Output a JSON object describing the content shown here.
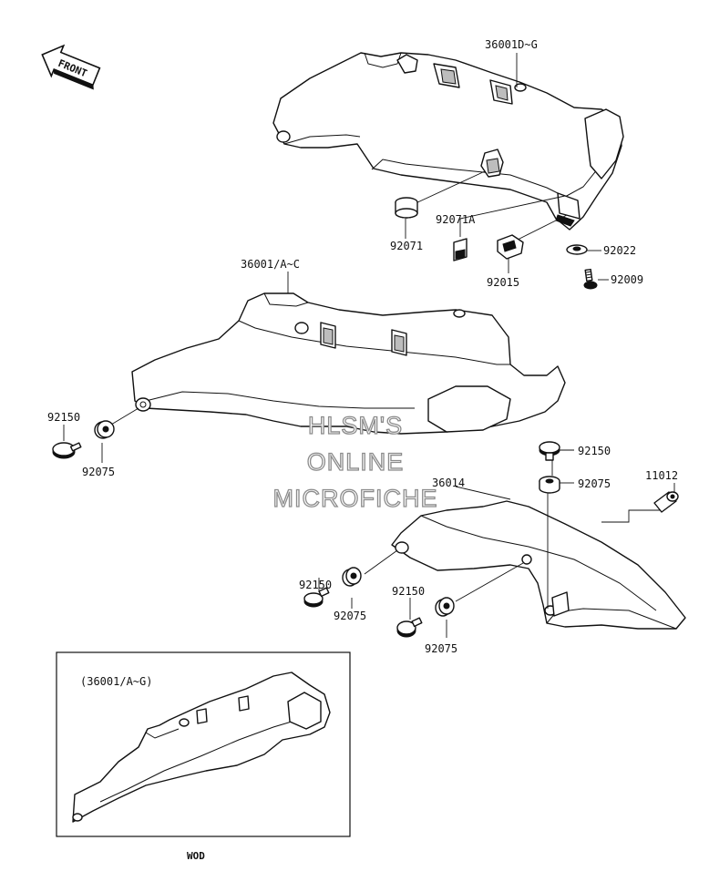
{
  "direction_arrow": {
    "label": "FRONT"
  },
  "callouts": {
    "c36001dg": "36001D~G",
    "c36001ac": "36001/A~C",
    "c92071": "92071",
    "c92071a": "92071A",
    "c92015": "92015",
    "c92022": "92022",
    "c92009": "92009",
    "c92150_left": "92150",
    "c92075_left": "92075",
    "c92150_right": "92150",
    "c92075_right": "92075",
    "c11012": "11012",
    "c36014": "36014",
    "c92150_low1": "92150",
    "c92075_low1": "92075",
    "c92150_low2": "92150",
    "c92075_low2": "92075"
  },
  "inset": {
    "title": "(36001/A~G)",
    "caption": "WOD"
  },
  "watermark": {
    "line1": "HLSM'S",
    "line2": "ONLINE",
    "line3": "MICROFICHE"
  }
}
